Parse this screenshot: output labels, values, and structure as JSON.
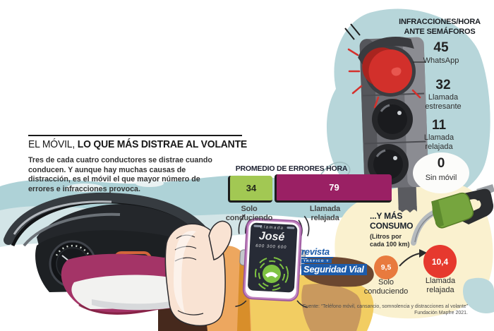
{
  "colors": {
    "teal_background": "#aed2d7",
    "cream_blob": "#faf1cf",
    "green_bar": "#a2c853",
    "purple_bar": "#9a2064",
    "orange_circle": "#e87a3e",
    "red_circle": "#e6392e",
    "traffic_red": "#d2302b",
    "call_green": "#7ec242",
    "logo_blue": "#1d5cab",
    "sand": "#f2cd62",
    "purple_blob": "#a43467"
  },
  "header": {
    "title_light": "EL MÓVIL,",
    "title_bold": " LO QUE MÁS DISTRAE AL VOLANTE",
    "intro": "Tres de cada cuatro conductores se distrae cuando\nconducen. Y aunque hay muchas causas de\ndistracción, es el móvil el que mayor número de\nerrores e infracciones provoca."
  },
  "errors_chart": {
    "title": "PROMEDIO DE ERRORES HORA",
    "bars": [
      {
        "value": "34",
        "label": "Solo\nconduciendo"
      },
      {
        "value": "79",
        "label": "Llamada\nrelajada"
      }
    ]
  },
  "semaphore_chart": {
    "title": "INFRACCIONES/HORA\nANTE SEMÁFOROS",
    "items": [
      {
        "value": "45",
        "label": "WhatsApp"
      },
      {
        "value": "32",
        "label": "Llamada\nestresante"
      },
      {
        "value": "11",
        "label": "Llamada\nrelajada"
      },
      {
        "value": "0",
        "label": "Sin móvil"
      }
    ]
  },
  "consumption_chart": {
    "title": "...Y MÁS\nCONSUMO",
    "subtitle": "(Litros por\ncada 100 km)",
    "items": [
      {
        "value": "9,5",
        "label": "Solo\nconduciendo"
      },
      {
        "value": "10,4",
        "label": "Llamada\nrelajada"
      }
    ]
  },
  "phone_screen": {
    "status_label": "Llamada",
    "contact_name": "José",
    "number": "600 300 600"
  },
  "logo": {
    "top": "revista",
    "middle": "TRÁFICO Y",
    "bottom": "Seguridad Vial"
  },
  "source": "Fuente: “Teléfono móvil, cansancio, somnolencia y distracciones al volante”\nFundación Mapfre 2021.",
  "chart_data": [
    {
      "type": "bar",
      "title": "PROMEDIO DE ERRORES HORA",
      "categories": [
        "Solo conduciendo",
        "Llamada relajada"
      ],
      "values": [
        34,
        79
      ],
      "colors": [
        "#a2c853",
        "#9a2064"
      ],
      "ylabel": "errores/hora"
    },
    {
      "type": "bar",
      "title": "INFRACCIONES/HORA ANTE SEMÁFOROS",
      "categories": [
        "WhatsApp",
        "Llamada estresante",
        "Llamada relajada",
        "Sin móvil"
      ],
      "values": [
        45,
        32,
        11,
        0
      ],
      "ylabel": "infracciones/hora"
    },
    {
      "type": "bar",
      "title": "...Y MÁS CONSUMO (Litros por cada 100 km)",
      "categories": [
        "Solo conduciendo",
        "Llamada relajada"
      ],
      "values": [
        9.5,
        10.4
      ],
      "colors": [
        "#e87a3e",
        "#e6392e"
      ],
      "ylabel": "litros / 100 km"
    }
  ]
}
